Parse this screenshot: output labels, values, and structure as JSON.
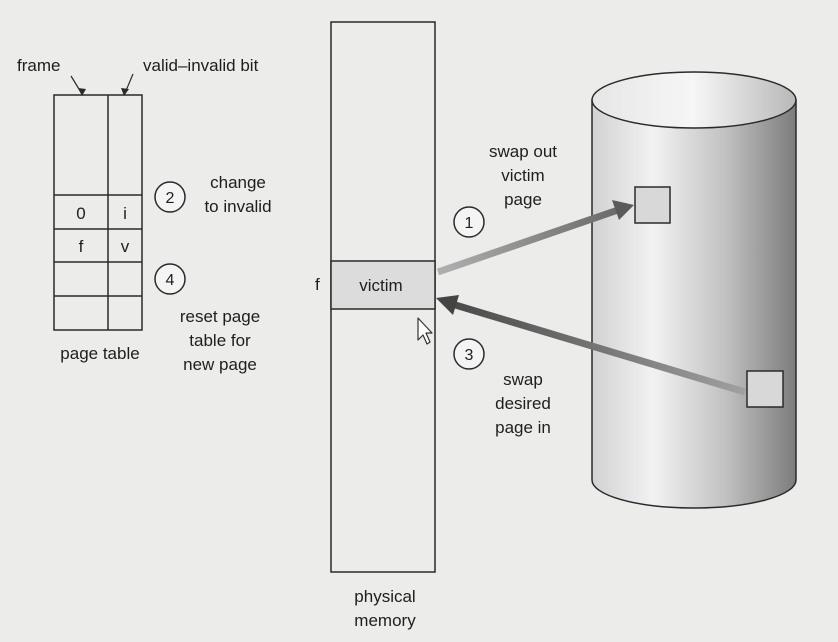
{
  "page_table": {
    "frame_label": "frame",
    "valid_bit_label": "valid–invalid bit",
    "caption": "page table",
    "rows": [
      {
        "frame": "",
        "bit": ""
      },
      {
        "frame": "0",
        "bit": "i"
      },
      {
        "frame": "f",
        "bit": "v"
      },
      {
        "frame": "",
        "bit": ""
      },
      {
        "frame": "",
        "bit": ""
      }
    ]
  },
  "steps": [
    {
      "number": "1",
      "text": [
        "swap out",
        "victim",
        "page"
      ]
    },
    {
      "number": "2",
      "text": [
        "change",
        "to invalid"
      ]
    },
    {
      "number": "3",
      "text": [
        "swap",
        "desired",
        "page in"
      ]
    },
    {
      "number": "4",
      "text": [
        "reset page",
        "table for",
        "new page"
      ]
    }
  ],
  "physical_memory": {
    "caption": [
      "physical",
      "memory"
    ],
    "frame_label": "f",
    "victim_label": "victim"
  },
  "colors": {
    "background": "#ececea",
    "line": "#2a2a2a",
    "victim_fill": "#dcdcdc",
    "arrow_out": "#8a8a8a",
    "arrow_in": "#5e5e5e"
  }
}
